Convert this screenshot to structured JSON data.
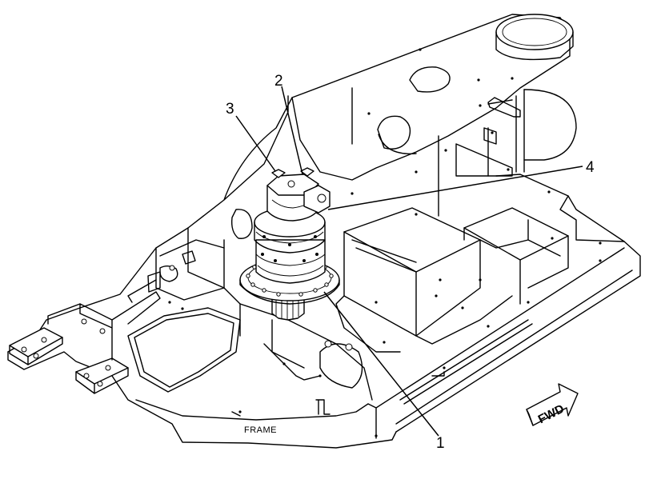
{
  "callouts": [
    {
      "id": "1",
      "label": "1"
    },
    {
      "id": "2",
      "label": "2"
    },
    {
      "id": "3",
      "label": "3"
    },
    {
      "id": "4",
      "label": "4"
    }
  ],
  "frame_label": "FRAME",
  "direction_label": "FWD"
}
